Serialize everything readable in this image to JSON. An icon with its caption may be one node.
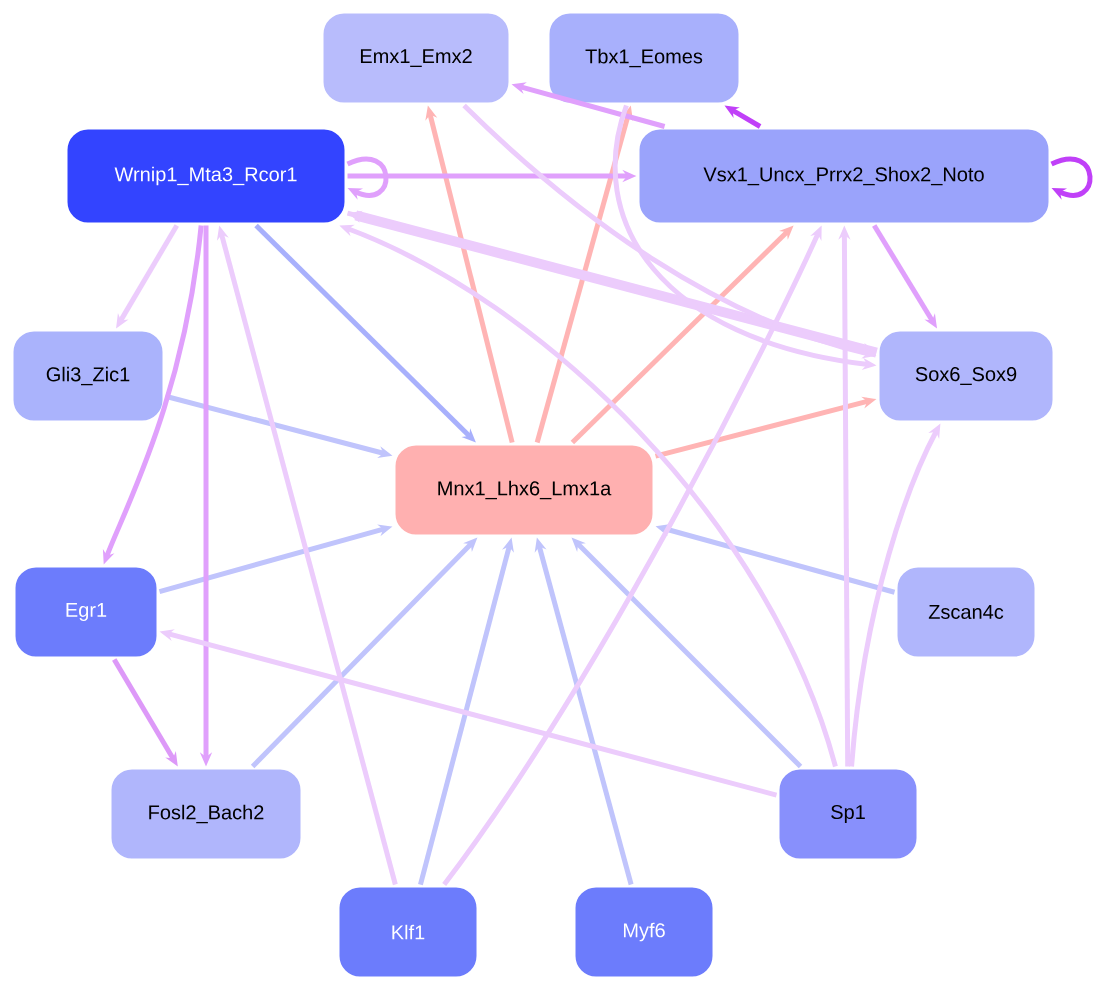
{
  "diagram": {
    "nodes": [
      {
        "text": [
          "Emx1_Emx2"
        ]
      },
      {
        "text": [
          "Tbx1_Eomes"
        ]
      },
      {
        "text": [
          "Wrnip1_Mta3_Rcor1"
        ]
      },
      {
        "text": [
          "Vsx1_Uncx_Prrx2_Shox2_Noto"
        ]
      },
      {
        "text": [
          "Gli3_Zic1"
        ]
      },
      {
        "text": [
          "Mnx1_Lhx6_Lmx1a"
        ]
      },
      {
        "text": [
          "Sox6_Sox9"
        ]
      },
      {
        "text": [
          "Egr1"
        ]
      },
      {
        "text": [
          "Zscan4c"
        ]
      },
      {
        "text": [
          "Fosl2_Bach2"
        ]
      },
      {
        "text": [
          "Sp1"
        ]
      },
      {
        "text": [
          "Klf1"
        ]
      },
      {
        "text": [
          "Myf6"
        ]
      }
    ],
    "edges": [
      {
        "from": 5,
        "to": 0,
        "arrow": "to",
        "color": "#ffb4b4"
      },
      {
        "from": 5,
        "to": 1,
        "arrow": "to",
        "color": "#ffb4b4"
      },
      {
        "from": 5,
        "to": 3,
        "arrow": "to",
        "color": "#ffb4b4"
      },
      {
        "from": 5,
        "to": 6,
        "arrow": "to",
        "color": "#ffb4b4"
      },
      {
        "from": 2,
        "to": 5,
        "arrow": "to",
        "color": "#a8b0fc"
      },
      {
        "from": 4,
        "to": 5,
        "arrow": "to",
        "color": "#c0c4fc"
      },
      {
        "from": 7,
        "to": 5,
        "arrow": "to",
        "color": "#c0c4fc"
      },
      {
        "from": 9,
        "to": 5,
        "arrow": "to",
        "color": "#c0c4fc"
      },
      {
        "from": 11,
        "to": 5,
        "arrow": "to",
        "color": "#c0c4fc"
      },
      {
        "from": 12,
        "to": 5,
        "arrow": "to",
        "color": "#c0c4fc"
      },
      {
        "from": 10,
        "to": 5,
        "arrow": "to",
        "color": "#c0c4fc"
      },
      {
        "from": 8,
        "to": 5,
        "arrow": "to",
        "color": "#c0c4fc"
      },
      {
        "from": 2,
        "to": 2,
        "arrow": "to",
        "color": "#e0a0fc"
      },
      {
        "from": 2,
        "to": 3,
        "arrow": "to",
        "color": "#e0a0fc"
      },
      {
        "from": 3,
        "to": 3,
        "arrow": "to",
        "color": "#c040f8"
      },
      {
        "from": 3,
        "to": 1,
        "arrow": "to",
        "color": "#c040f8"
      },
      {
        "from": 3,
        "to": 0,
        "arrow": "to",
        "color": "#e0a0fc"
      },
      {
        "from": 3,
        "to": 6,
        "arrow": "to",
        "color": "#e0a0fc"
      },
      {
        "from": 2,
        "to": 4,
        "arrow": "to"
      },
      {
        "from": 2,
        "to": 7,
        "arrow": "to",
        "color": "#e0a0fc"
      },
      {
        "from": 2,
        "to": 9,
        "arrow": "to",
        "color": "#e0a0fc"
      },
      {
        "from": 7,
        "to": 9,
        "arrow": "to",
        "color": "#dd99f8"
      },
      {
        "from": 11,
        "to": 2,
        "arrow": "to"
      },
      {
        "from": 6,
        "to": 2,
        "arrow": "to",
        "style": "thick"
      },
      {
        "from": 10,
        "to": 2,
        "arrow": "to"
      },
      {
        "from": 2,
        "to": 6,
        "arrow": "to"
      },
      {
        "from": 0,
        "to": 6,
        "arrow": "to"
      },
      {
        "from": 1,
        "to": 6,
        "arrow": "to"
      },
      {
        "from": 10,
        "to": 7,
        "arrow": "to"
      },
      {
        "from": 11,
        "to": 3,
        "arrow": "to"
      },
      {
        "from": 10,
        "to": 3,
        "arrow": "to"
      },
      {
        "from": 10,
        "to": 6,
        "arrow": "to"
      }
    ]
  }
}
